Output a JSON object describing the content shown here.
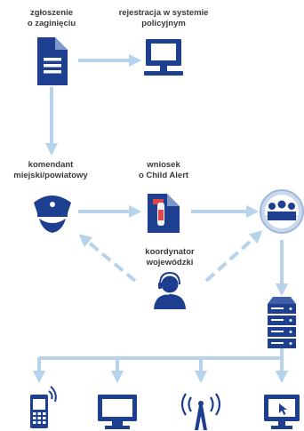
{
  "labels": {
    "report": [
      "zgłoszenie",
      "o zaginięciu"
    ],
    "police_registration": [
      "rejestracja w systemie",
      "policyjnym"
    ],
    "commander": [
      "komendant",
      "miejski/powiatowy"
    ],
    "child_alert_request": [
      "wniosek",
      "o Child Alert"
    ],
    "coordinator": [
      "koordynator",
      "wojewódzki"
    ]
  },
  "icons": {
    "report": "document-icon",
    "police_registration": "computer-monitor-icon",
    "commander": "police-cap-icon",
    "child_alert_request": "alert-document-icon",
    "team": "team-circle-icon",
    "coordinator": "operator-headset-icon",
    "server": "server-icon",
    "outputs": [
      "mobile-phone-icon",
      "tv-screen-icon",
      "radio-antenna-icon",
      "web-display-icon"
    ]
  },
  "colors": {
    "icon_blue": "#1e3f8f",
    "arrow_blue": "#b7d3ec",
    "label_text": "#3a3a3a"
  }
}
